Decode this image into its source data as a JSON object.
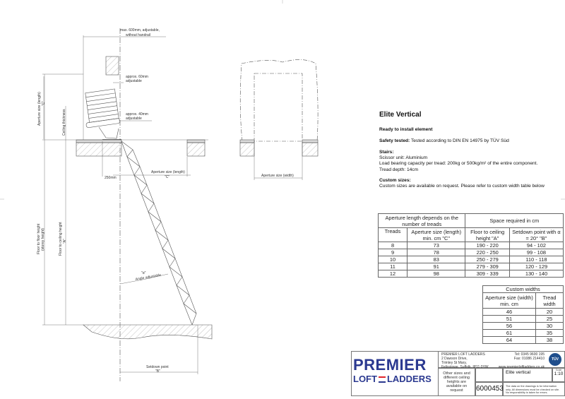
{
  "drawing": {
    "labels": {
      "max_width": "max. 600mm, adjustable,",
      "max_width_2": "without handrail",
      "approx_60": "approx. 60mm",
      "approx_60_2": "adjustable",
      "approx_40": "approx. 40mm",
      "approx_40_2": "adjustable",
      "aperture_length_side": "Aperture size (length)",
      "aperture_length_side_c": "\"C\"",
      "ceiling_thickness": "Ceiling thickness",
      "dim_250": "250mm",
      "aperture_length": "Aperture size (length)",
      "aperture_length_c": "\"C\"",
      "floor_to_floor": "Floor to floor height",
      "floor_to_floor_2": "(storey height)",
      "floor_to_ceiling": "Floor to ceiling height",
      "floor_to_ceiling_a": "\"A\"",
      "alpha": "\"α\"",
      "angle_adjustable": "Angle adjustable",
      "setdown": "Setdown point",
      "setdown_b": "\"B\"",
      "aperture_width": "Aperture size (width)"
    }
  },
  "spec": {
    "title": "Elite Vertical",
    "ready": "Ready to install element",
    "safety_label": "Safety tested:",
    "safety_text": " Tested according to DIN EN 14975 by TÜV Süd",
    "stairs_label": "Stairs:",
    "stairs_lines": [
      "Scissor unit: Aluminium",
      "Load bearing capacity per tread: 200kg or 500kg/m² of the entire component.",
      "Tread depth: 14cm"
    ],
    "custom_label": "Custom sizes:",
    "custom_text": "Custom sizes are available on request.  Please refer to custom width table below"
  },
  "treads_table": {
    "group_left": "Aperture length depends on the number of treads",
    "group_right": "Space required in cm",
    "headers": [
      "Treads",
      "Aperture size (length) min. cm \"C\"",
      "Floor to ceiling height \"A\"",
      "Setdown point with α = 20° \"B\""
    ],
    "rows": [
      [
        "8",
        "73",
        "190 - 220",
        "94 - 102"
      ],
      [
        "9",
        "78",
        "220 - 250",
        "99 - 108"
      ],
      [
        "10",
        "83",
        "250 - 279",
        "110 - 118"
      ],
      [
        "11",
        "91",
        "279 - 309",
        "120 - 129"
      ],
      [
        "12",
        "98",
        "309 - 339",
        "130 - 140"
      ]
    ]
  },
  "width_table": {
    "title": "Custom widths",
    "headers": [
      "Aperture size (width) min. cm",
      "Tread width"
    ],
    "rows": [
      [
        "46",
        "20"
      ],
      [
        "51",
        "25"
      ],
      [
        "56",
        "30"
      ],
      [
        "61",
        "35"
      ],
      [
        "64",
        "38"
      ]
    ]
  },
  "title_block": {
    "logo_top": "PREMIER",
    "logo_bottom_left": "LOFT",
    "logo_bottom_right": "LADDERS",
    "company": "PREMIER LOFT LADDERS",
    "address": [
      "2 Dawson Drive,",
      "Trimley St Mary,",
      "Felixstowe, Suffolk. IP11 0YW"
    ],
    "tel": "Tel: 0345 9600 195",
    "fax": "Fax: 01086 214410",
    "web": "www.premierloftladders.co.uk",
    "tuv": "TÜV",
    "other_sizes": "Other sizes and different ceiling heights are available on request",
    "drawing_title": "Elite vertical",
    "scale_label": "Scale",
    "scale": "1:10",
    "drawing_number": "6000453",
    "disclaimer": "The data on the drawings is for information only. All dimensions must be checked on site. No responsibility is taken for errors.",
    "colors": {
      "logo_blue": "#2b3990",
      "logo_red": "#e0262b"
    }
  }
}
